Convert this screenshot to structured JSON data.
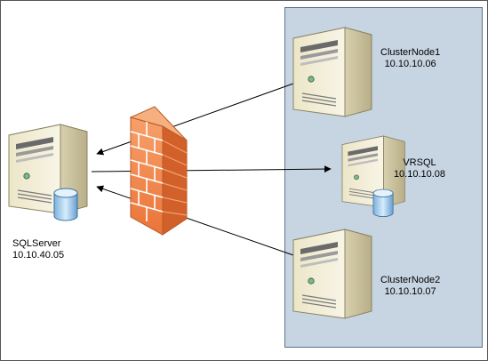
{
  "colors": {
    "cluster_panel_fill": "#c7d4e2",
    "server_body": "#f3efd9",
    "server_shadow": "#c9c2a0",
    "firewall_brick": "#f08a52",
    "line": "#000000"
  },
  "icons": {
    "server": "server-tower-icon",
    "database": "database-cylinder-icon",
    "firewall": "firewall-brick-icon"
  },
  "nodes": {
    "sqlserver": {
      "name": "SQLServer",
      "ip": "10.10.40.05"
    },
    "clusternode1": {
      "name": "ClusterNode1",
      "ip": "10.10.10.06"
    },
    "vrsql": {
      "name": "VRSQL",
      "ip": "10.10.10.08"
    },
    "clusternode2": {
      "name": "ClusterNode2",
      "ip": "10.10.10.07"
    }
  }
}
